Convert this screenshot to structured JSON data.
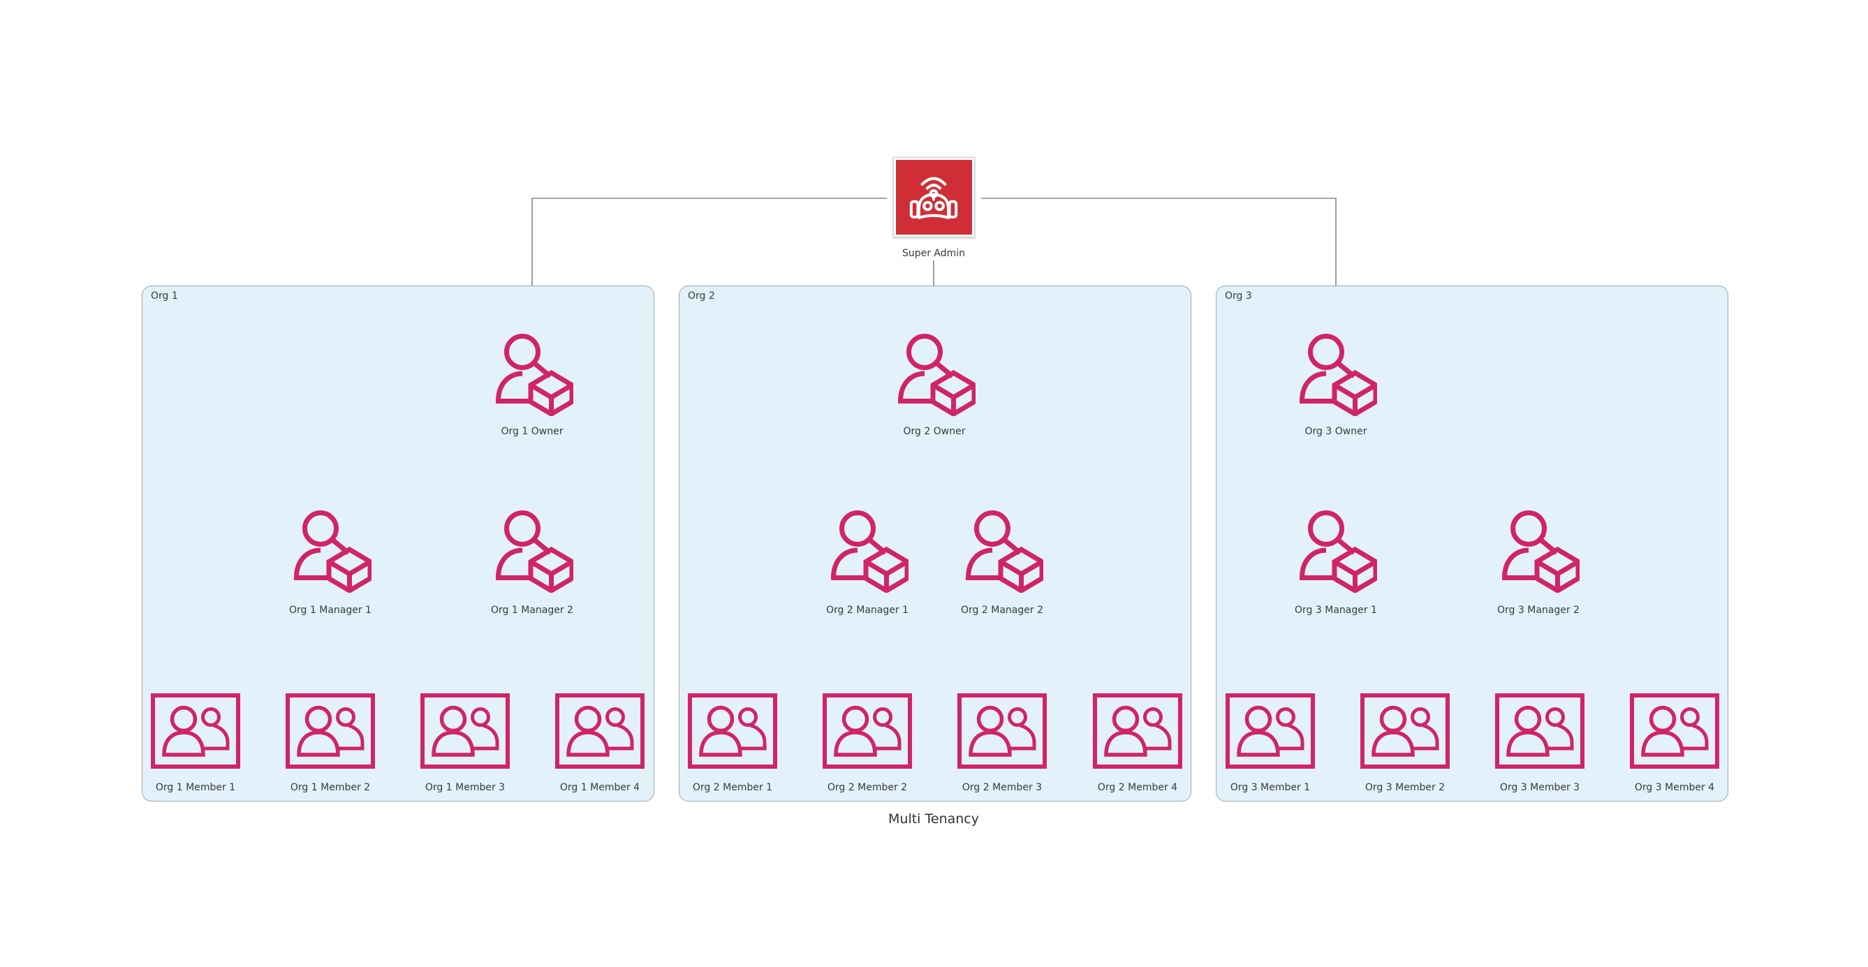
{
  "title": "Multi Tenancy",
  "super_admin": {
    "label": "Super Admin",
    "icon": "robot-icon"
  },
  "orgs": [
    {
      "name": "Org 1",
      "owner": "Org 1 Owner",
      "managers": [
        "Org 1 Manager 1",
        "Org 1 Manager 2"
      ],
      "members": [
        "Org 1 Member 1",
        "Org 1 Member 2",
        "Org 1 Member 3",
        "Org 1 Member 4"
      ]
    },
    {
      "name": "Org 2",
      "owner": "Org 2 Owner",
      "managers": [
        "Org 2 Manager 1",
        "Org 2 Manager 2"
      ],
      "members": [
        "Org 2 Member 1",
        "Org 2 Member 2",
        "Org 2 Member 3",
        "Org 2 Member 4"
      ]
    },
    {
      "name": "Org 3",
      "owner": "Org 3 Owner",
      "managers": [
        "Org 3 Manager 1",
        "Org 3 Manager 2"
      ],
      "members": [
        "Org 3 Member 1",
        "Org 3 Member 2",
        "Org 3 Member 3",
        "Org 3 Member 4"
      ]
    }
  ],
  "icons": {
    "super_admin": "robot-icon",
    "owner": "person-with-cube-icon",
    "manager": "person-with-cube-icon",
    "member": "user-group-frame-icon"
  },
  "colors": {
    "node_pink": "#D02469",
    "admin_red": "#CF2E36",
    "cluster_fill": "#E2F1FA",
    "cluster_border": "#9CA7B0",
    "edge_gray": "#7E888F",
    "text": "#363B3F"
  }
}
